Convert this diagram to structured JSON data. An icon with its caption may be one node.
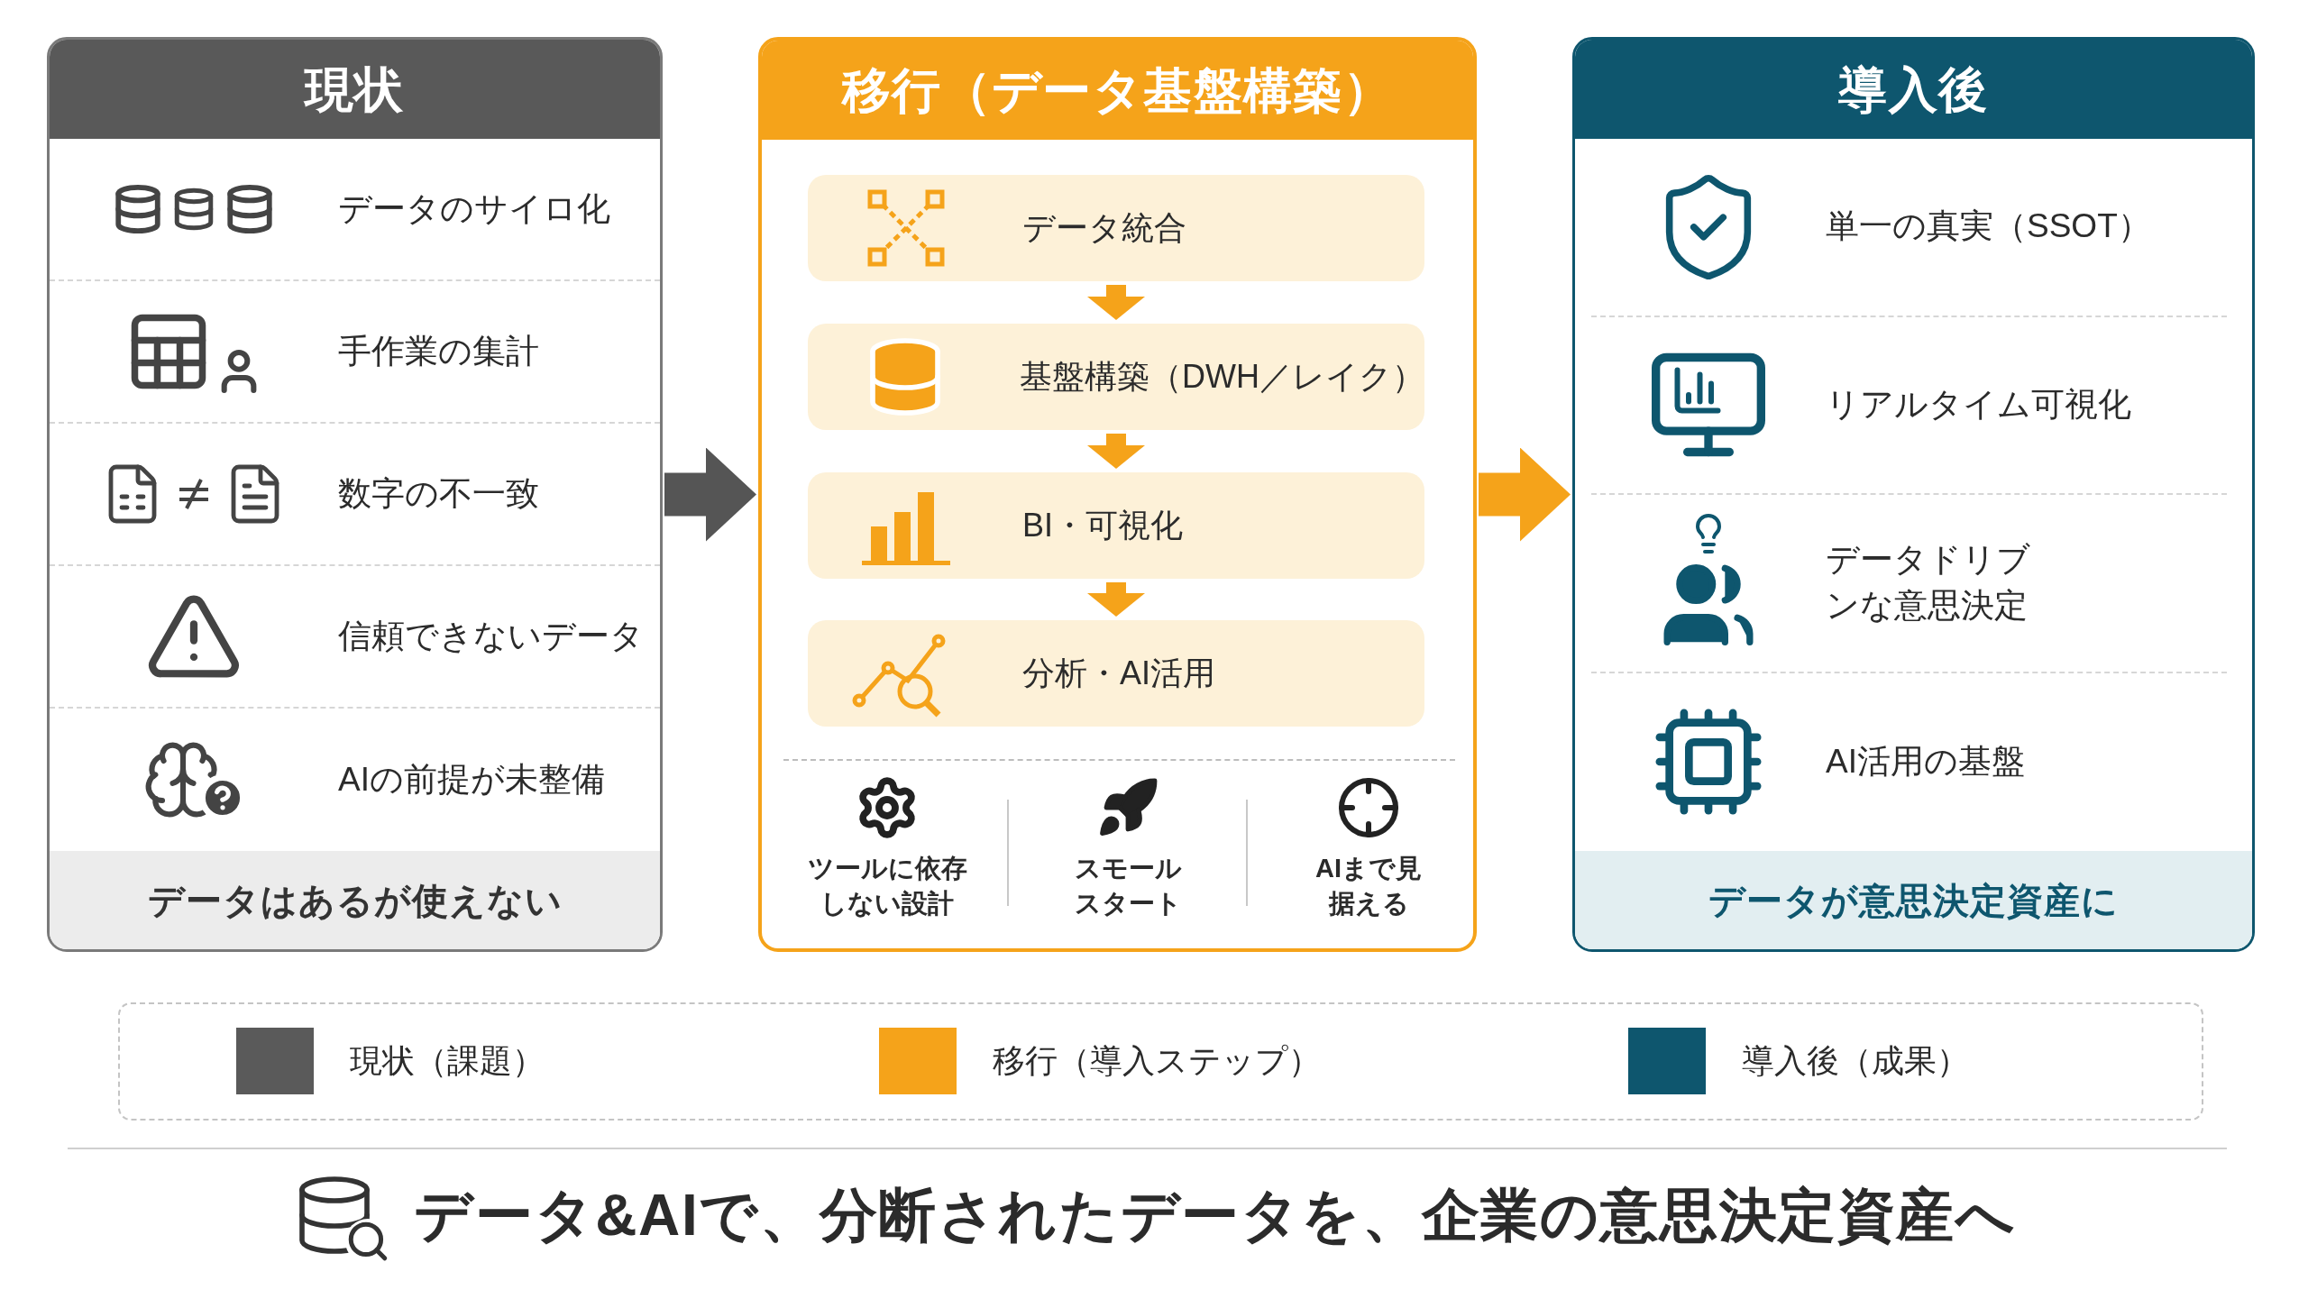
{
  "diagram": {
    "caption": "データ&AIで、分断されたデータを、企業の意思決定資産へ",
    "nodes": [
      {
        "text": [
          "現状",
          "データはあるが使えない"
        ]
      },
      {
        "text": [
          "移行（データ基盤構築）"
        ]
      },
      {
        "text": [
          "データ統合"
        ],
        "in": 1
      },
      {
        "text": [
          "基盤構築（DWH／レイク）"
        ],
        "in": 1
      },
      {
        "text": [
          "BI・可視化"
        ],
        "in": 1
      },
      {
        "text": [
          "分析・AI活用"
        ],
        "in": 1
      },
      {
        "text": [
          "導入後",
          "データが意思決定資産に"
        ]
      }
    ],
    "edges": [
      {
        "from": 0,
        "to": 1,
        "arrow": "to",
        "style": "thick",
        "color": "#555555"
      },
      {
        "from": 2,
        "to": 3,
        "arrow": "to"
      },
      {
        "from": 3,
        "to": 4,
        "arrow": "to"
      },
      {
        "from": 4,
        "to": 5,
        "arrow": "to"
      },
      {
        "from": 1,
        "to": 6,
        "arrow": "to",
        "style": "thick"
      }
    ],
    "labels": [
      "データのサイロ化",
      "手作業の集計",
      "数字の不一致",
      "信頼できないデータ",
      "AIの前提が未整備",
      "ツールに依存しない設計",
      "スモールスタート",
      "AIまで見据える",
      "単一の真実（SSOT）",
      "リアルタイム可視化",
      "データドリブンな意思決定",
      "AI活用の基盤"
    ],
    "legend": [
      {
        "text": "現状（課題）",
        "color": "#5a5a5a"
      },
      {
        "text": "移行（導入ステップ）",
        "color": "#f5a31a"
      },
      {
        "text": "導入後（成果）",
        "color": "#0e566e"
      }
    ]
  }
}
